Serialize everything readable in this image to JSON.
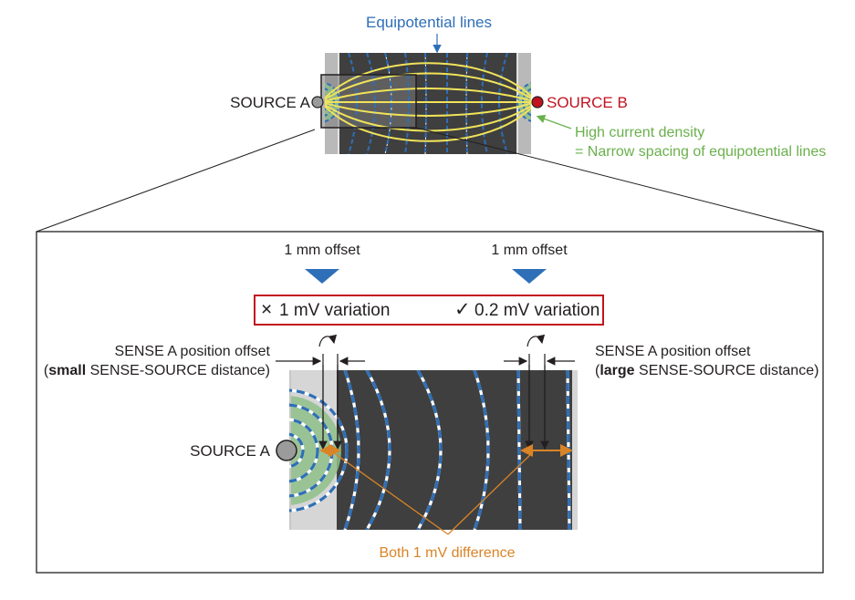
{
  "top": {
    "equipotential_label": "Equipotential lines",
    "source_a": "SOURCE A",
    "source_b": "SOURCE B",
    "density_line1": "High current density",
    "density_line2": "= Narrow spacing of equipotential lines"
  },
  "detail": {
    "offset_left": "1 mm offset",
    "offset_right": "1 mm offset",
    "variation_bad_mark": "×",
    "variation_bad": "1 mV variation",
    "variation_good_mark": "✓",
    "variation_good": "0.2 mV variation",
    "sense_left_line1": "SENSE A position offset",
    "sense_left_line2_open": "(",
    "sense_left_line2_bold": "small",
    "sense_left_line2_rest": " SENSE-SOURCE distance)",
    "sense_right_line1": "SENSE A position offset",
    "sense_right_line2_open": "(",
    "sense_right_line2_bold": "large",
    "sense_right_line2_rest": " SENSE-SOURCE distance)",
    "source_a": "SOURCE A",
    "difference": "Both 1 mV difference"
  },
  "colors": {
    "board": "#3f3f3f",
    "field_line": "#2e6fb7",
    "current_line": "#f0e35a",
    "source_b": "#c1121f",
    "density": "#6ab04c",
    "difference": "#d98427",
    "frame": "#231f20"
  }
}
